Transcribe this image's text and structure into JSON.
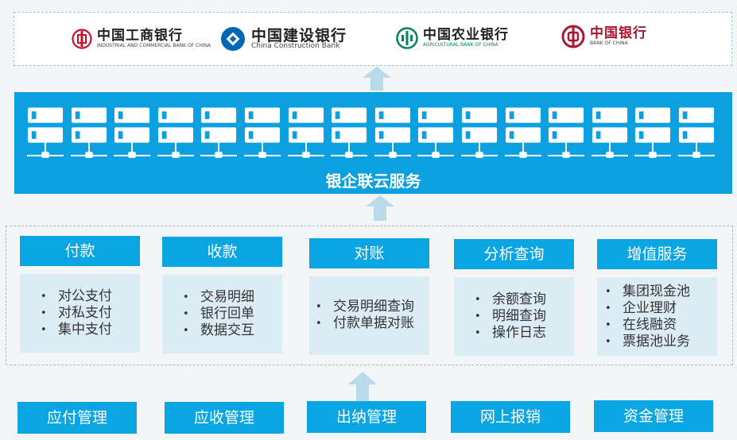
{
  "banks": [
    {
      "name_cn": "中国工商银行",
      "name_en": "INDUSTRIAL AND COMMERCIAL BANK OF CHINA",
      "logo": "icbc-logo",
      "color": "#c8102e"
    },
    {
      "name_cn": "中国建设银行",
      "name_en": "China Construction Bank",
      "logo": "ccb-logo",
      "color": "#0066b3"
    },
    {
      "name_cn": "中国农业银行",
      "name_en": "AGRICULTURAL BANK OF CHINA",
      "logo": "abc-logo",
      "color": "#00855f"
    },
    {
      "name_cn": "中国银行",
      "name_en": "BANK OF CHINA",
      "logo": "boc-logo",
      "color": "#a6192e"
    }
  ],
  "cloud": {
    "title": "银企联云服务",
    "server_count": 16,
    "color": "#0da0e0"
  },
  "services": [
    {
      "title": "付款",
      "items": [
        "对公支付",
        "对私支付",
        "集中支付"
      ]
    },
    {
      "title": "收款",
      "items": [
        "交易明细",
        "银行回单",
        "数据交互"
      ]
    },
    {
      "title": "对账",
      "items": [
        "交易明细查询",
        "付款单据对账"
      ]
    },
    {
      "title": "分析查询",
      "items": [
        "余额查询",
        "明细查询",
        "操作日志"
      ]
    },
    {
      "title": "增值服务",
      "items": [
        "集团现金池",
        "企业理财",
        "在线融资",
        "票据池业务"
      ]
    }
  ],
  "modules": [
    "应付管理",
    "应收管理",
    "出纳管理",
    "网上报销",
    "资金管理"
  ],
  "colors": {
    "accent": "#0aa5e3",
    "panel": "#dbecf4",
    "arrow": "#b9dbe9"
  }
}
